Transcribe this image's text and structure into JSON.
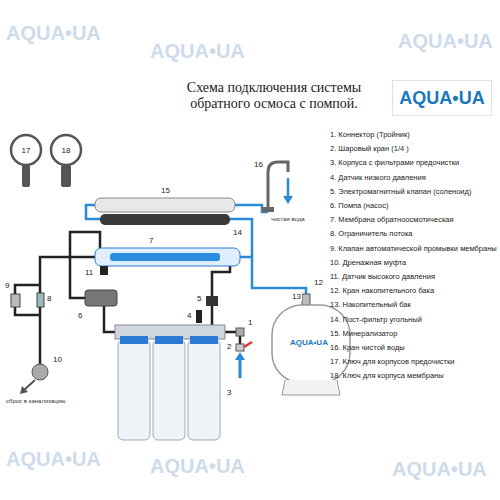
{
  "diagram": {
    "title": "Схема подключения системы обратного осмоса с помпой.",
    "nodes": [
      {
        "text": [
          "AQUA•UA"
        ]
      }
    ],
    "labels": [
      "AQUA•UA",
      "AQUA•UA",
      "AQUA•UA",
      "AQUA•UA",
      "AQUA•UA",
      "AQUA•UA",
      "17",
      "18",
      "16",
      "15",
      "14",
      "7",
      "11",
      "9",
      "8",
      "5",
      "6",
      "4",
      "12",
      "13",
      "1",
      "2",
      "3",
      "10",
      "1. Коннектор (Тройник)",
      "2. Шаровый кран (1/4 )",
      "3. Корпуса с фильтрами предочистки",
      "4. Датчик низкого давления",
      "5. Электромагнитный клапан (соленоид)",
      "6. Помпа (насос)",
      "7. Мембрана обратноосмотическая",
      "8. Ограничитель потока",
      "9. Клапан автоматической промывки мембраны",
      "10. Дренажная муфта",
      "11. Датчик высокого давления",
      "12. Кран накопительного бака",
      "13. Накопительный бак",
      "14. Пост-фильтр угольный",
      "15. Минерализатор",
      "16. Кран чистой воды",
      "17. Ключ для корпусов предочистки",
      "18. Ключ для корпуса мембраны",
      "чистая вода",
      "сброс в канализацию",
      "AQUA•UA"
    ]
  }
}
